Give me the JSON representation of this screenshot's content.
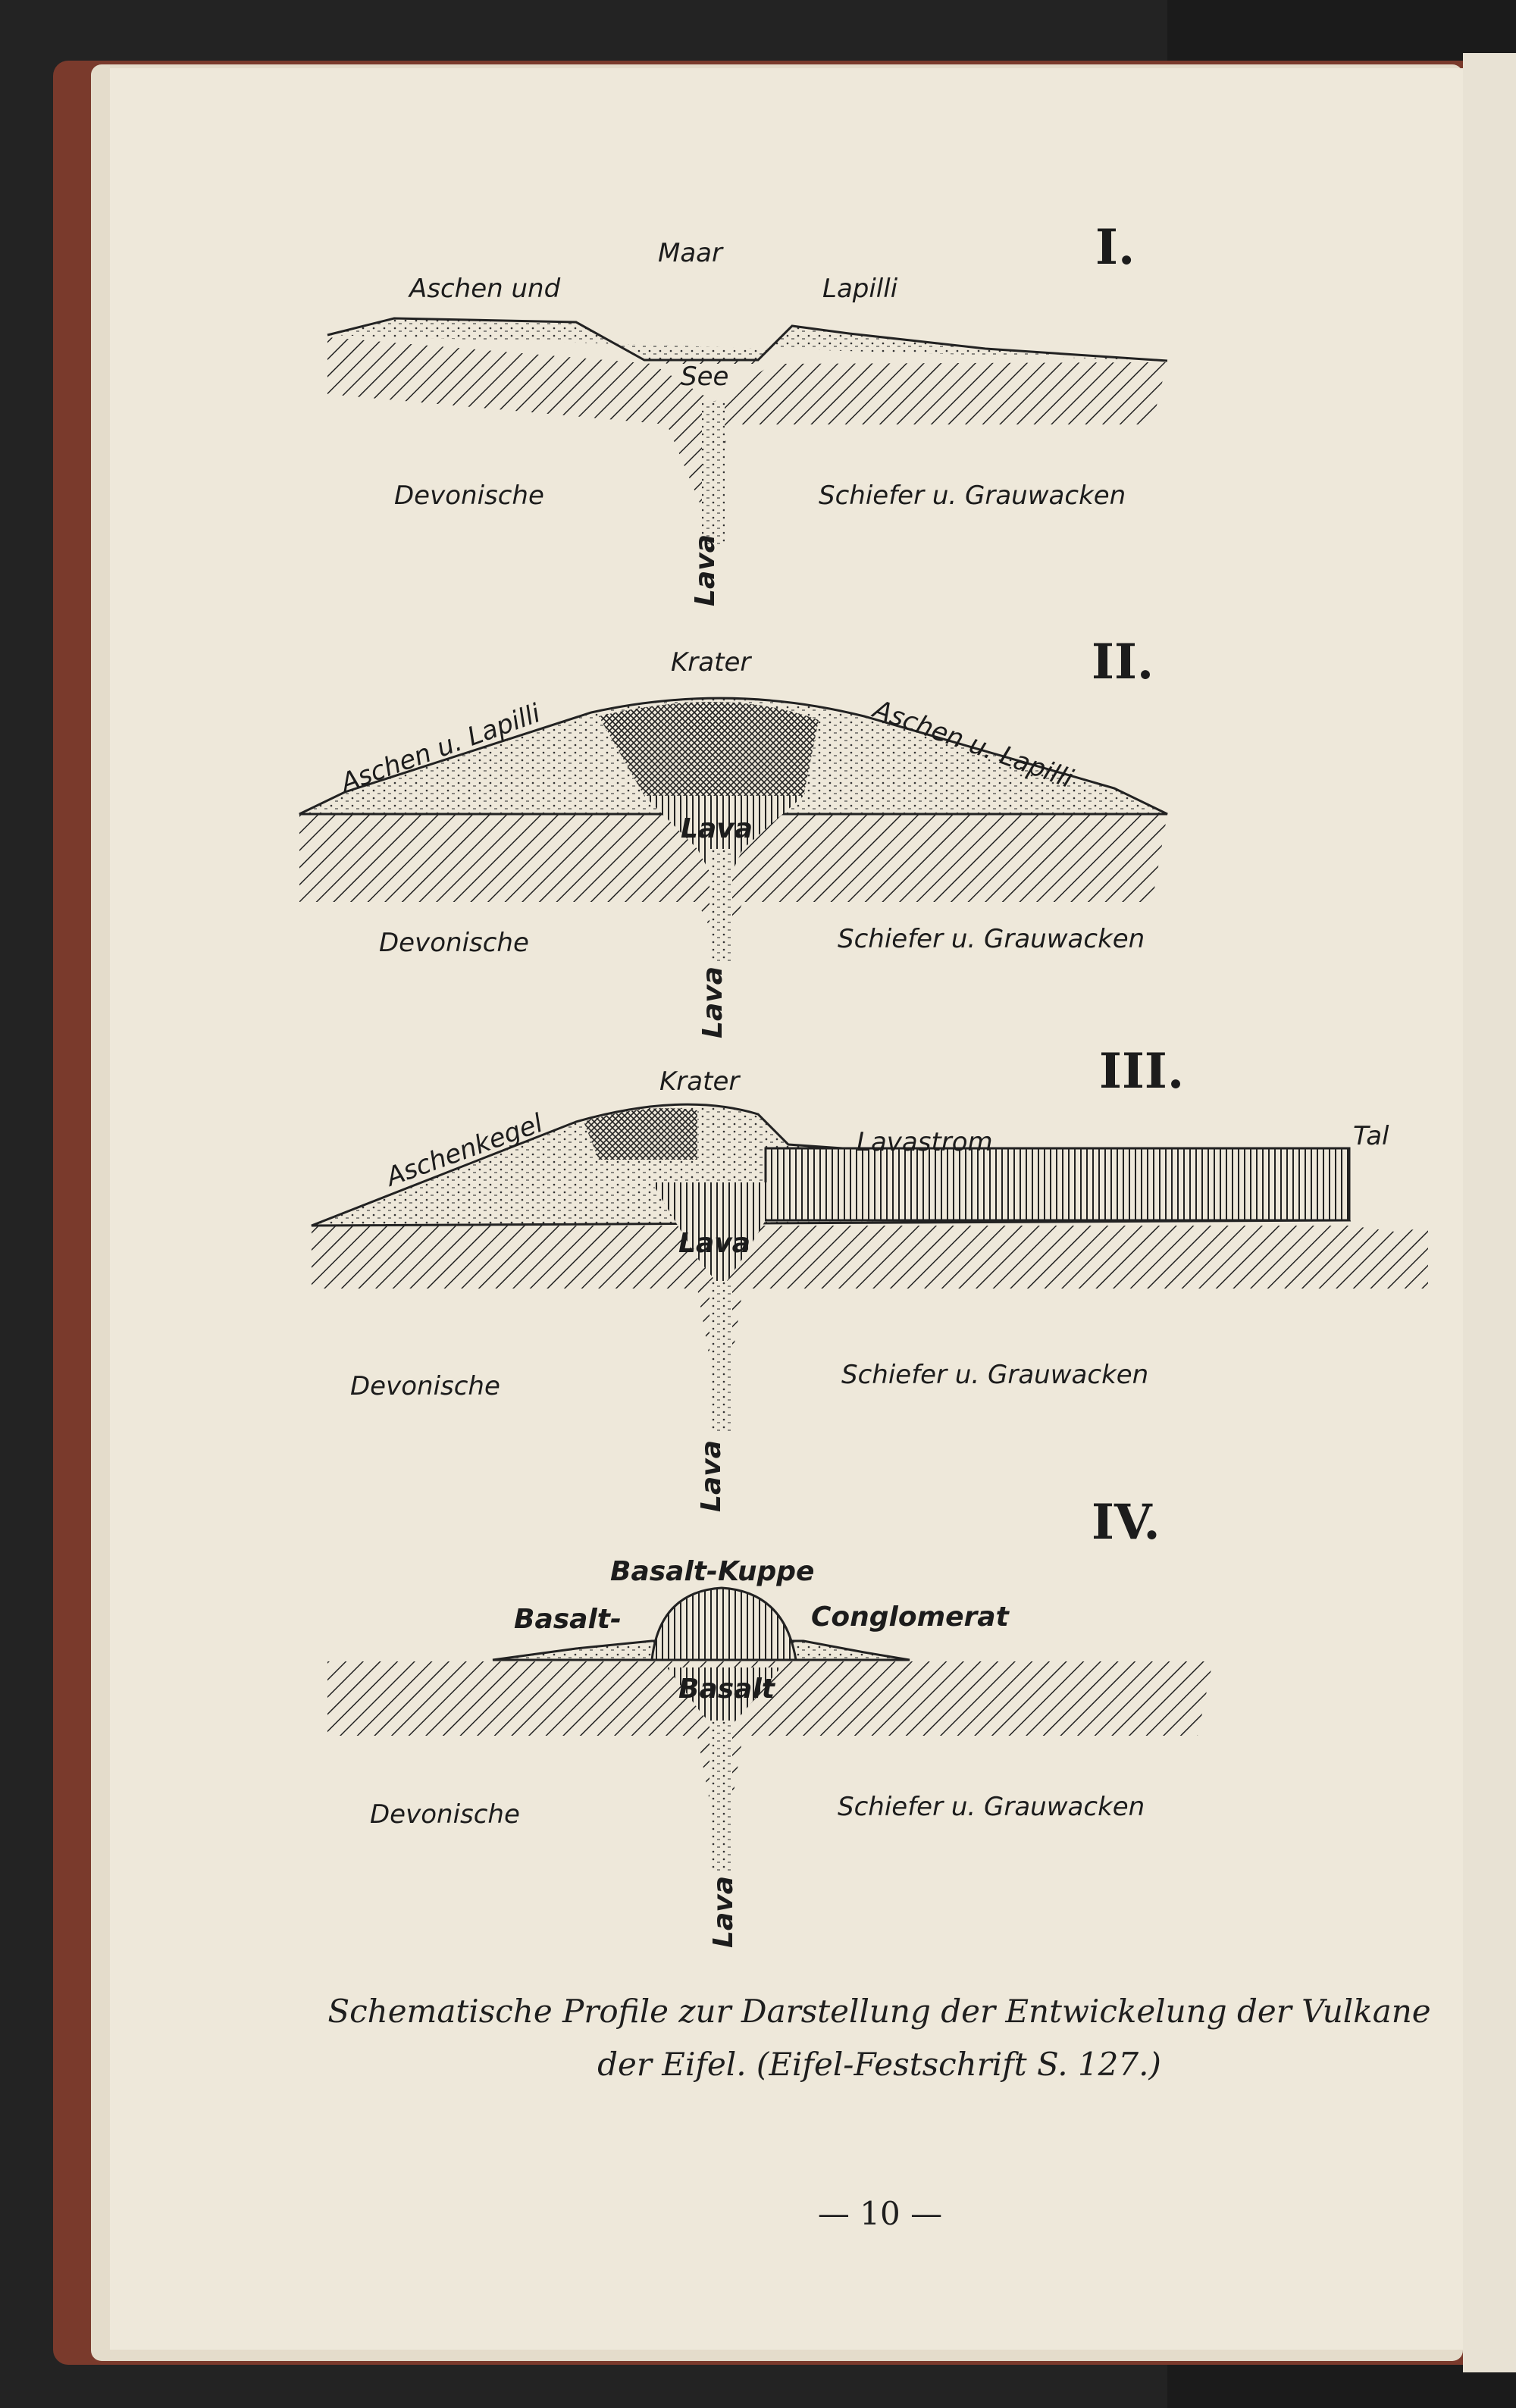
{
  "colors": {
    "background": "#232323",
    "page": "#eee8da",
    "ink": "#1c1c1c",
    "edge": "#7a3a2c"
  },
  "diagrams": [
    {
      "roman": "I.",
      "labels": {
        "top": "Maar",
        "left": "Aschen und",
        "right": "Lapilli",
        "lake": "See",
        "devon": "Devonische",
        "schiefer": "Schiefer u. Grauwacken",
        "lava": "Lava"
      }
    },
    {
      "roman": "II.",
      "labels": {
        "top": "Krater",
        "left": "Aschen u. Lapilli",
        "right": "Aschen u. Lapilli",
        "core": "Lava",
        "devon": "Devonische",
        "schiefer": "Schiefer u. Grauwacken",
        "lava": "Lava"
      }
    },
    {
      "roman": "III.",
      "labels": {
        "top": "Krater",
        "left": "Aschenkegel",
        "stream": "Lavastrom",
        "valley": "Tal",
        "core": "Lava",
        "devon": "Devonische",
        "schiefer": "Schiefer u. Grauwacken",
        "lava": "Lava"
      }
    },
    {
      "roman": "IV.",
      "labels": {
        "top": "Basalt-Kuppe",
        "left": "Basalt-",
        "right": "Conglomerat",
        "core": "Basalt",
        "devon": "Devonische",
        "schiefer": "Schiefer u. Grauwacken",
        "lava": "Lava"
      }
    }
  ],
  "caption": {
    "line1": "Schematische Profile zur Darstellung der Entwickelung der Vulkane",
    "line2": "der Eifel. (Eifel-Festschrift S. 127.)"
  },
  "page_number": "— 10 —"
}
